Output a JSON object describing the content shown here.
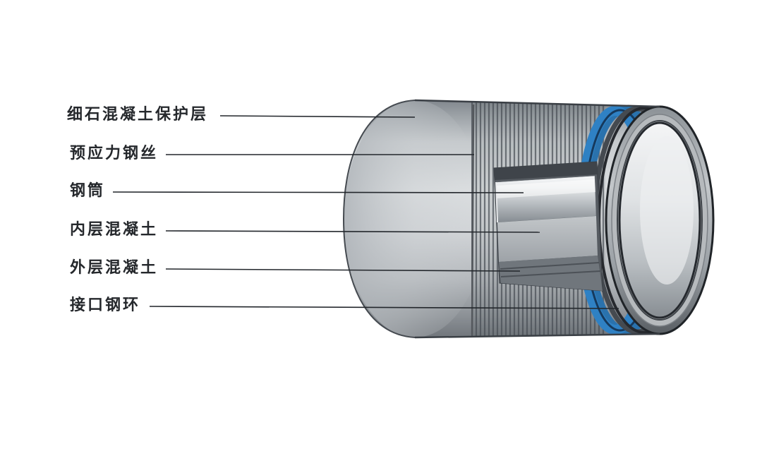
{
  "diagram": {
    "type": "pccp-pipe-cutaway",
    "labels": [
      {
        "text": "细石混凝土保护层"
      },
      {
        "text": "预应力钢丝"
      },
      {
        "text": "钢筒"
      },
      {
        "text": "内层混凝土"
      },
      {
        "text": "外层混凝土"
      },
      {
        "text": "接口钢环"
      }
    ],
    "colors": {
      "label_text": "#25282c",
      "leader_line": "#23272c",
      "pipe_body_gray": "#c6cacd",
      "joint_ring_blue": "#2f81c4",
      "steel_cylinder_silver": "#e4e7e9",
      "cut_shadow": "#565b61"
    }
  }
}
